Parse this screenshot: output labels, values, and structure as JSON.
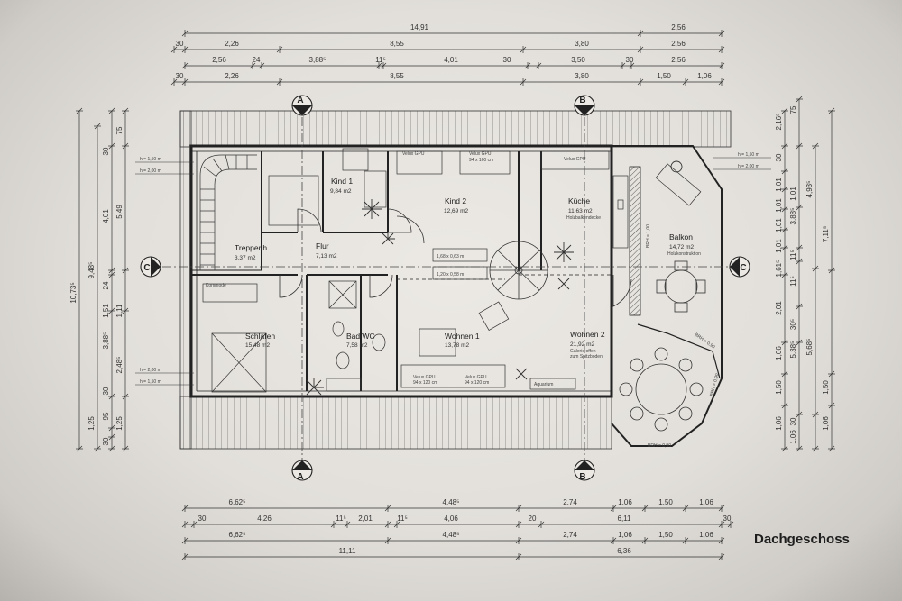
{
  "title": "Dachgeschoss",
  "dims_top": [
    [
      "14,91",
      "2,56"
    ],
    [
      "30",
      "2,26",
      "8,55",
      "3,80",
      "2,56"
    ],
    [
      "2,56",
      "24",
      "3,88⁵",
      "11⁵",
      "4,01",
      "30",
      "3,50",
      "30",
      "2,56"
    ],
    [
      "30",
      "2,26",
      "8,55",
      "3,80",
      "1,50",
      "1,06"
    ]
  ],
  "dims_bottom": [
    [
      "6,62⁵",
      "4,48⁵",
      "2,74",
      "1,06",
      "1,50",
      "1,06"
    ],
    [
      "30",
      "4,26",
      "11⁵",
      "2,01",
      "11⁵",
      "4,06",
      "20",
      "6,11",
      "30"
    ],
    [
      "6,62⁵",
      "4,48⁵",
      "2,74",
      "1,06",
      "1,50",
      "1,06"
    ],
    [
      "11,11",
      "6,36"
    ]
  ],
  "dims_left": [
    [
      "10,73⁵",
      "9,48⁵"
    ],
    [
      "30",
      "4,01",
      "24",
      "1,51",
      "3,88⁵",
      "30",
      "95",
      "30"
    ],
    [
      "75",
      "5,49",
      "1,11",
      "2,48⁵",
      "1,25"
    ],
    [
      "1,25"
    ]
  ],
  "dims_right": [
    [
      "2,16⁵",
      "30",
      "1,01",
      "1,01",
      "1,01",
      "1,01",
      "1,61⁵",
      "2,01",
      "1,06",
      "1,50",
      "1,06"
    ],
    [
      "75",
      "1,01",
      "3,88⁵",
      "11⁵",
      "11⁵",
      "30⁵",
      "5,38⁵",
      "30",
      "1,06"
    ],
    [
      "4,93⁵",
      "7,11⁵",
      "5,68⁵",
      "1,50",
      "1,06"
    ]
  ],
  "heights": {
    "left": [
      "h = 1,50 m",
      "h = 2,00 m",
      "h = 2,00 m",
      "h = 1,50 m"
    ],
    "right": [
      "h = 1,50 m",
      "h = 2,00 m"
    ]
  },
  "rooms": {
    "kind1": {
      "name": "Kind 1",
      "area": "9,84 m2"
    },
    "kind2": {
      "name": "Kind 2",
      "area": "12,69 m2"
    },
    "kueche": {
      "name": "Küche",
      "area": "11,63 m2",
      "note": "Holzbalkendecke"
    },
    "balkon": {
      "name": "Balkon",
      "area": "14,72 m2",
      "note": "Holzkonstruktion"
    },
    "treppenh": {
      "name": "Treppenh.",
      "area": "3,37 m2"
    },
    "flur": {
      "name": "Flur",
      "area": "7,13 m2"
    },
    "schlafen": {
      "name": "Schlafen",
      "area": "15,48 m2"
    },
    "badwc": {
      "name": "Bad/WC",
      "area": "7,58 m2"
    },
    "wohnen1": {
      "name": "Wohnen 1",
      "area": "13,78 m2"
    },
    "wohnen2": {
      "name": "Wohnen 2",
      "area": "21,92 m2",
      "note1": "Galerie offen",
      "note2": "zum Spitzboden"
    }
  },
  "labels": {
    "kommode": "Kommode",
    "aquarium": "Aquarium",
    "velux": "Velux GPU",
    "velux_size1": "94 x 120 cm",
    "velux_size2": "94 x 160 cm",
    "win1": "1,68 x 0,63 m",
    "win2": "1,20 x 0,58 m",
    "brh_100": "BRH = 1,00",
    "brh_090": "BRH = 0,90",
    "brh_0_90": "BRH = 0,90"
  },
  "sections": {
    "a": "A",
    "b": "B",
    "c": "C"
  }
}
